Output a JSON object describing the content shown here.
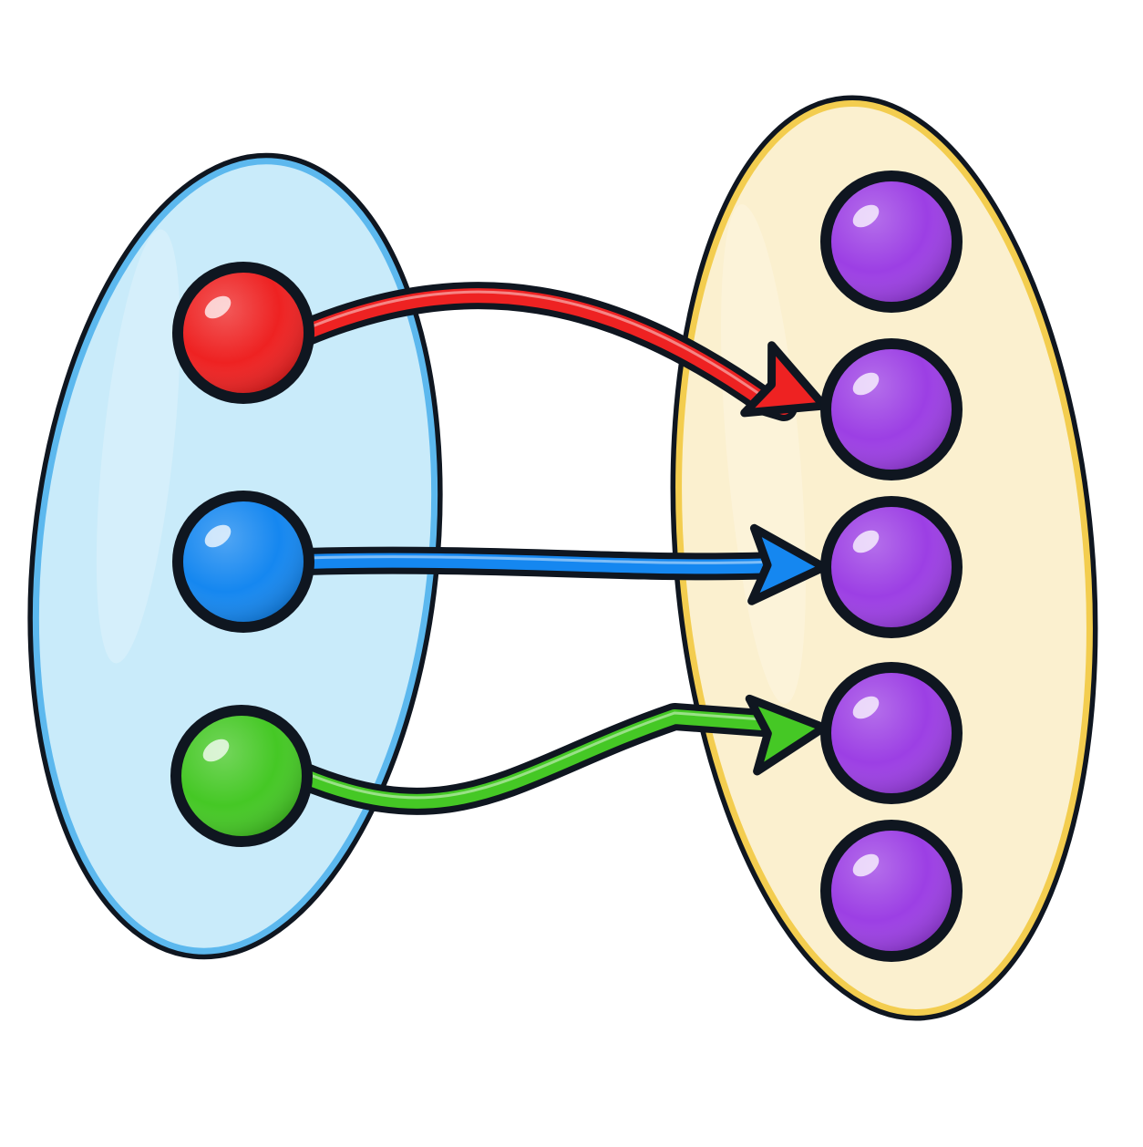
{
  "diagram": {
    "kind": "mapping",
    "colors": {
      "outline": "#0f1620",
      "domain_fill": "#c9ebfa",
      "domain_border": "#5cb8ee",
      "codomain_fill": "#fbf0cf",
      "codomain_border": "#f3cd4f",
      "target_ball": "#9c3fe4"
    },
    "domain": {
      "elements": [
        {
          "color": "#ee2222",
          "maps_to": 1
        },
        {
          "color": "#1587f0",
          "maps_to": 2
        },
        {
          "color": "#45c825",
          "maps_to": 3
        }
      ]
    },
    "codomain": {
      "element_count": 5
    }
  }
}
